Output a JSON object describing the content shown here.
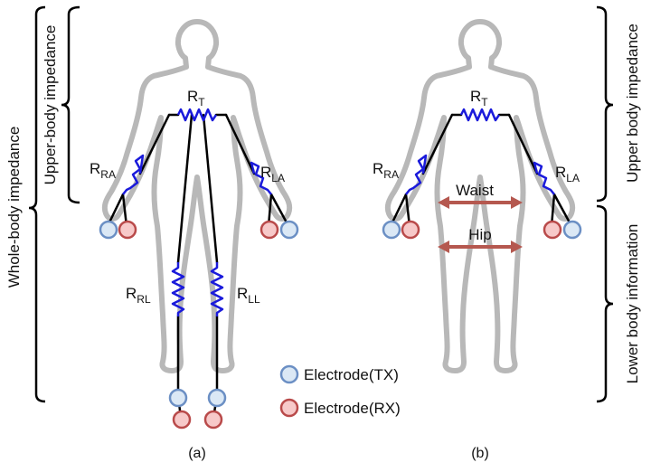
{
  "panels": {
    "a": {
      "caption": "(a)",
      "resistors": {
        "torso": {
          "main": "R",
          "sub": "T"
        },
        "right_arm": {
          "main": "R",
          "sub": "RA"
        },
        "left_arm": {
          "main": "R",
          "sub": "LA"
        },
        "right_leg": {
          "main": "R",
          "sub": "RL"
        },
        "left_leg": {
          "main": "R",
          "sub": "LL"
        }
      },
      "brackets": {
        "upper": "Upper-body impedance",
        "whole": "Whole-body impedance"
      }
    },
    "b": {
      "caption": "(b)",
      "resistors": {
        "torso": {
          "main": "R",
          "sub": "T"
        },
        "right_arm": {
          "main": "R",
          "sub": "RA"
        },
        "left_arm": {
          "main": "R",
          "sub": "LA"
        }
      },
      "measures": {
        "waist": "Waist",
        "hip": "Hip"
      },
      "brackets": {
        "upper": "Upper body impedance",
        "lower": "Lower body information"
      }
    }
  },
  "legend": {
    "tx": {
      "label": "Electrode(TX)",
      "fill": "#dbe8f5",
      "stroke": "#6b8fc4"
    },
    "rx": {
      "label": "Electrode(RX)",
      "fill": "#f7c9c9",
      "stroke": "#b94a4a"
    }
  },
  "colors": {
    "body_outline": "#b8b8b8",
    "resistor": "#1a1adb",
    "wire": "#000000",
    "arrow": "#b5584f"
  }
}
